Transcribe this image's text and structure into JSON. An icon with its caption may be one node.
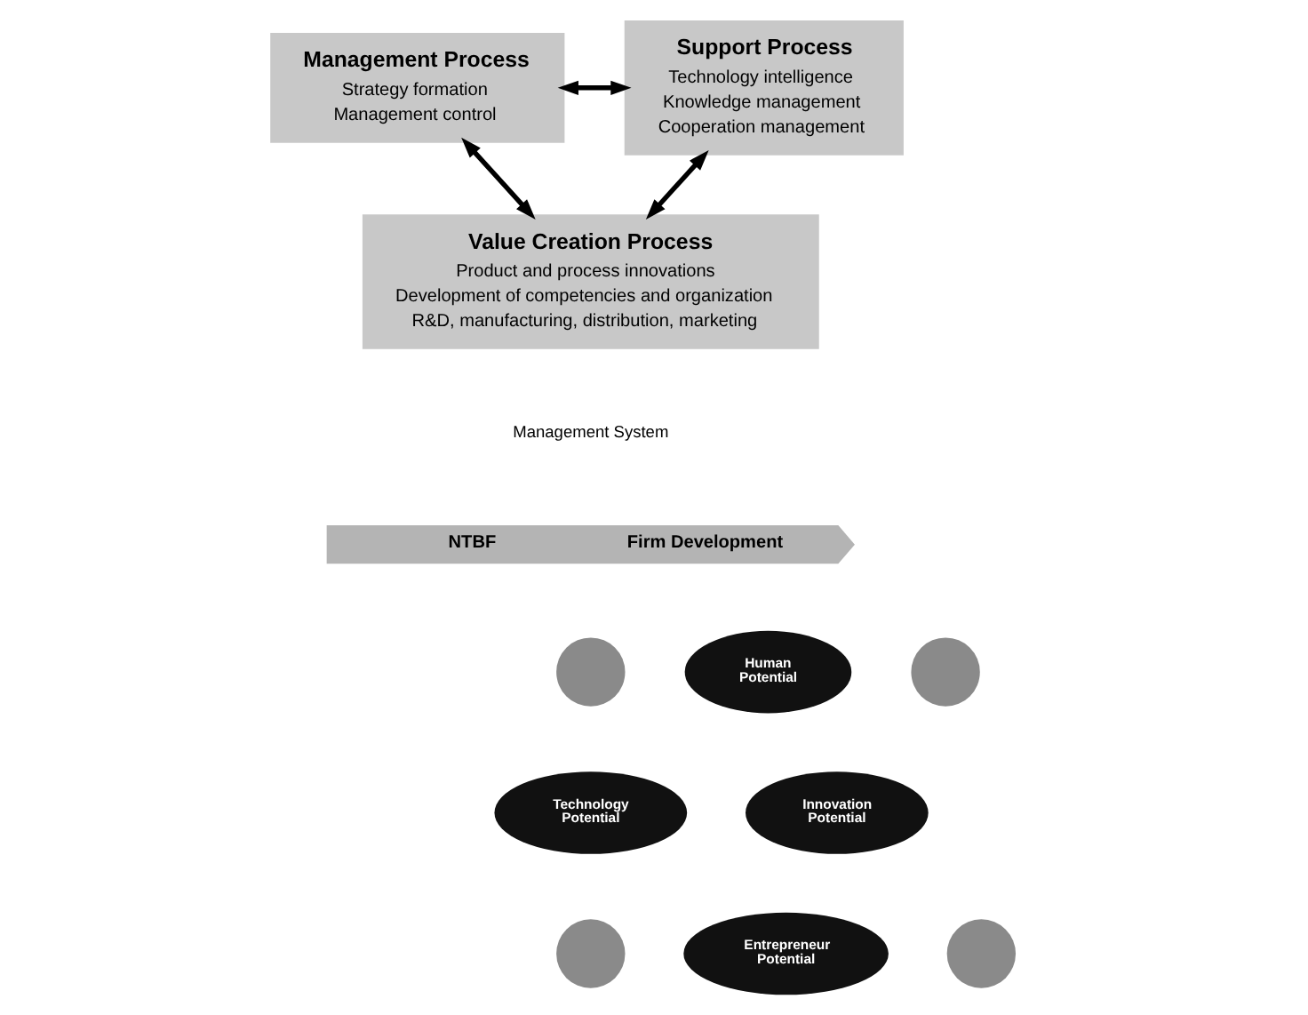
{
  "diagram": {
    "nodes": [
      {
        "text": [
          "Management Process",
          "Strategy formation",
          "Management control"
        ]
      },
      {
        "text": [
          "Support Process",
          "Technology intelligence",
          "Knowledge management",
          "Cooperation management"
        ]
      },
      {
        "text": [
          "Value Creation Process",
          "Product and process innovations",
          "Development of competencies and organization",
          "R&D, manufacturing, distribution, marketing"
        ]
      },
      {
        "text": [
          "NTBF",
          "Firm Development"
        ]
      },
      {
        "text": [],
        "shape": "circle"
      },
      {
        "text": [
          "Human Potential"
        ]
      },
      {
        "text": [],
        "shape": "circle"
      },
      {
        "text": [
          "Technology Potential"
        ]
      },
      {
        "text": [
          "Innovation Potential"
        ]
      },
      {
        "text": [],
        "shape": "circle"
      },
      {
        "text": [
          "Entrepreneur Potential"
        ]
      },
      {
        "text": [],
        "shape": "circle"
      }
    ],
    "edges": [
      {
        "from": 0,
        "to": 1,
        "arrow": "both"
      },
      {
        "from": 0,
        "to": 2,
        "arrow": "both"
      },
      {
        "from": 1,
        "to": 2,
        "arrow": "both"
      }
    ],
    "labels": [
      "Management System"
    ]
  }
}
